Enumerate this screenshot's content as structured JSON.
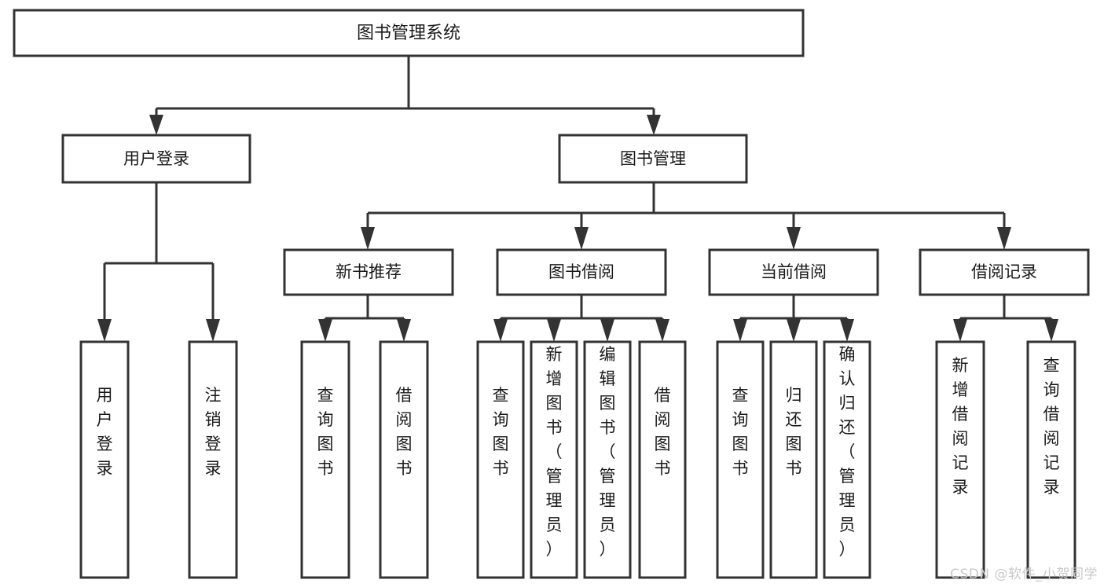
{
  "diagram": {
    "type": "hierarchy-tree",
    "title": "图书管理系统",
    "watermark": "CSDN @软件_小贺同学",
    "colors": {
      "stroke": "#333333",
      "fill": "#ffffff",
      "text": "#1a1a1a",
      "watermark": "#c9c9c9"
    },
    "root": {
      "label": "图书管理系统"
    },
    "level2": [
      {
        "id": "user-login",
        "label": "用户登录"
      },
      {
        "id": "book-management",
        "label": "图书管理"
      }
    ],
    "level3": [
      {
        "id": "new-book-recommend",
        "label": "新书推荐",
        "parent": "book-management"
      },
      {
        "id": "book-borrow",
        "label": "图书借阅",
        "parent": "book-management"
      },
      {
        "id": "current-borrow",
        "label": "当前借阅",
        "parent": "book-management"
      },
      {
        "id": "borrow-record",
        "label": "借阅记录",
        "parent": "book-management"
      }
    ],
    "leaves": {
      "user-login": [
        {
          "id": "leaf-user-login",
          "label": "用户登录"
        },
        {
          "id": "leaf-logout",
          "label": "注销登录"
        }
      ],
      "new-book-recommend": [
        {
          "id": "leaf-query-book-1",
          "label": "查询图书"
        },
        {
          "id": "leaf-borrow-book-1",
          "label": "借阅图书"
        }
      ],
      "book-borrow": [
        {
          "id": "leaf-query-book-2",
          "label": "查询图书"
        },
        {
          "id": "leaf-add-book",
          "label": "新增图书（管理员）"
        },
        {
          "id": "leaf-edit-book",
          "label": "编辑图书（管理员）"
        },
        {
          "id": "leaf-borrow-book-2",
          "label": "借阅图书"
        }
      ],
      "current-borrow": [
        {
          "id": "leaf-query-book-3",
          "label": "查询图书"
        },
        {
          "id": "leaf-return-book",
          "label": "归还图书"
        },
        {
          "id": "leaf-confirm-return",
          "label": "确认归还（管理员）"
        }
      ],
      "borrow-record": [
        {
          "id": "leaf-add-record",
          "label": "新增借阅记录"
        },
        {
          "id": "leaf-query-record",
          "label": "查询借阅记录"
        }
      ]
    }
  }
}
